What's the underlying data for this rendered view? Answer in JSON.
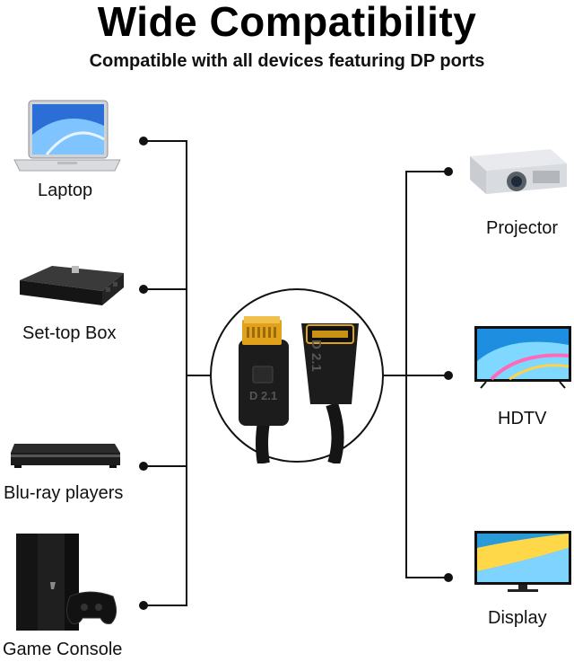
{
  "header": {
    "title": "Wide Compatibility",
    "subtitle": "Compatible with all devices featuring DP ports"
  },
  "left_devices": [
    {
      "label": "Laptop",
      "icon": "laptop-icon"
    },
    {
      "label": "Set-top Box",
      "icon": "set-top-box-icon"
    },
    {
      "label": "Blu-ray players",
      "icon": "blu-ray-player-icon"
    },
    {
      "label": "Game Console",
      "icon": "game-console-icon"
    }
  ],
  "right_devices": [
    {
      "label": "Projector",
      "icon": "projector-icon"
    },
    {
      "label": "HDTV",
      "icon": "hdtv-icon"
    },
    {
      "label": "Display",
      "icon": "display-icon"
    }
  ],
  "center": {
    "male_plug_text": "D 2.1",
    "female_plug_text": "D 2.1",
    "connector_color": "#e0a21a"
  }
}
